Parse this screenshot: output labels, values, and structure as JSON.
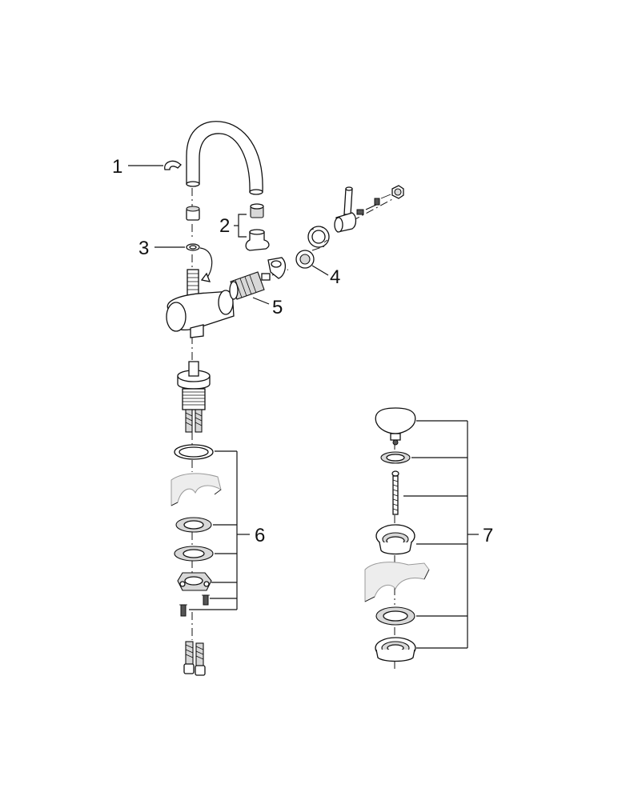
{
  "callouts": {
    "c1": "1",
    "c2": "2",
    "c3": "3",
    "c4": "4",
    "c5": "5",
    "c6": "6",
    "c7": "7"
  },
  "colors": {
    "ink": "#111111",
    "light_fill": "#d8d8d8",
    "sink_fill": "#ededed",
    "background": "#ffffff"
  }
}
